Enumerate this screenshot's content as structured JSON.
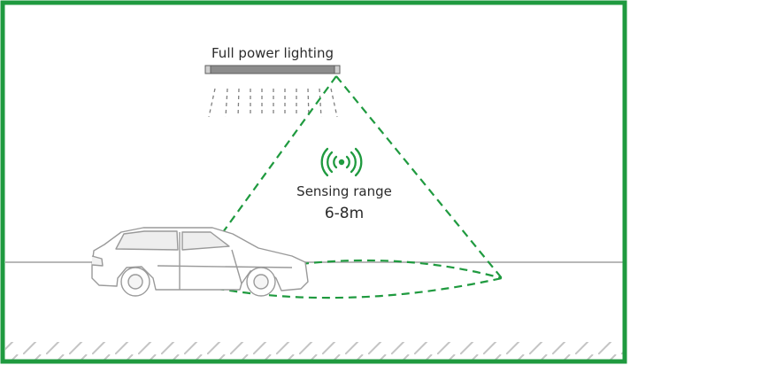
{
  "labels": {
    "lamp": "Full power lighting",
    "sensing": "Sensing range",
    "range": "6-8m"
  },
  "icons": {
    "sensor": "wireless-signal-icon",
    "lamp": "light-fixture-icon",
    "car": "car-icon"
  },
  "colors": {
    "frame": "#1f9a3f",
    "cone": "#1f9a3f",
    "ground_line": "#b8b8b8",
    "hatch": "#c4c4c4",
    "lamp": "#8c8c8c",
    "car_outline": "#9a9a9a",
    "light_rays": "#7f7f7f"
  }
}
